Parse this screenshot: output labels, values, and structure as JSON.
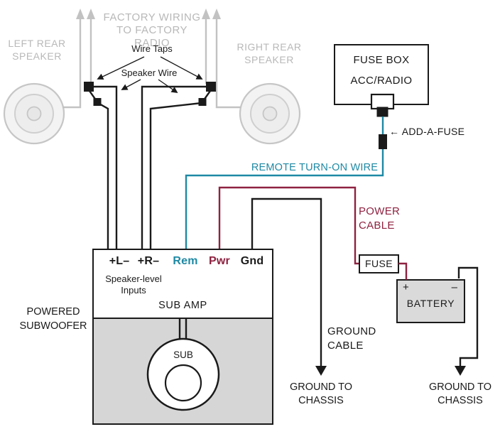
{
  "colors": {
    "ink": "#1a1a1a",
    "teal": "#1e89a4",
    "maroon": "#8e2240",
    "gray_text": "#b8b8b8",
    "gray_wire": "#c2c2c2",
    "amp_gray": "#d6d6d6",
    "battery_gray": "#dadada"
  },
  "top": {
    "factory_wiring_label": "FACTORY WIRING\nTO FACTORY RADIO",
    "left_speaker_label": "LEFT REAR\nSPEAKER",
    "right_speaker_label": "RIGHT REAR\nSPEAKER",
    "wire_taps_label": "Wire Taps",
    "speaker_wire_label": "Speaker Wire"
  },
  "fuse_box": {
    "title": "FUSE BOX",
    "circuit": "ACC/RADIO"
  },
  "add_a_fuse_label": "← ADD-A-FUSE",
  "remote_wire_label": "REMOTE TURN-ON WIRE",
  "power_cable_label": "POWER\nCABLE",
  "fuse_label": "FUSE",
  "battery": {
    "label": "BATTERY",
    "positive": "+",
    "negative": "–"
  },
  "ground": {
    "cable_label": "GROUND\nCABLE",
    "chassis_left": "GROUND TO\nCHASSIS",
    "chassis_right": "GROUND TO\nCHASSIS"
  },
  "amp": {
    "unit_label": "POWERED\nSUBWOOFER",
    "terminals": [
      {
        "label": "+L–"
      },
      {
        "label": "+R–"
      },
      {
        "label": "Rem"
      },
      {
        "label": "Pwr"
      },
      {
        "label": "Gnd"
      }
    ],
    "inputs_label": "Speaker-level\nInputs",
    "amp_label": "SUB AMP",
    "sub_label": "SUB"
  }
}
